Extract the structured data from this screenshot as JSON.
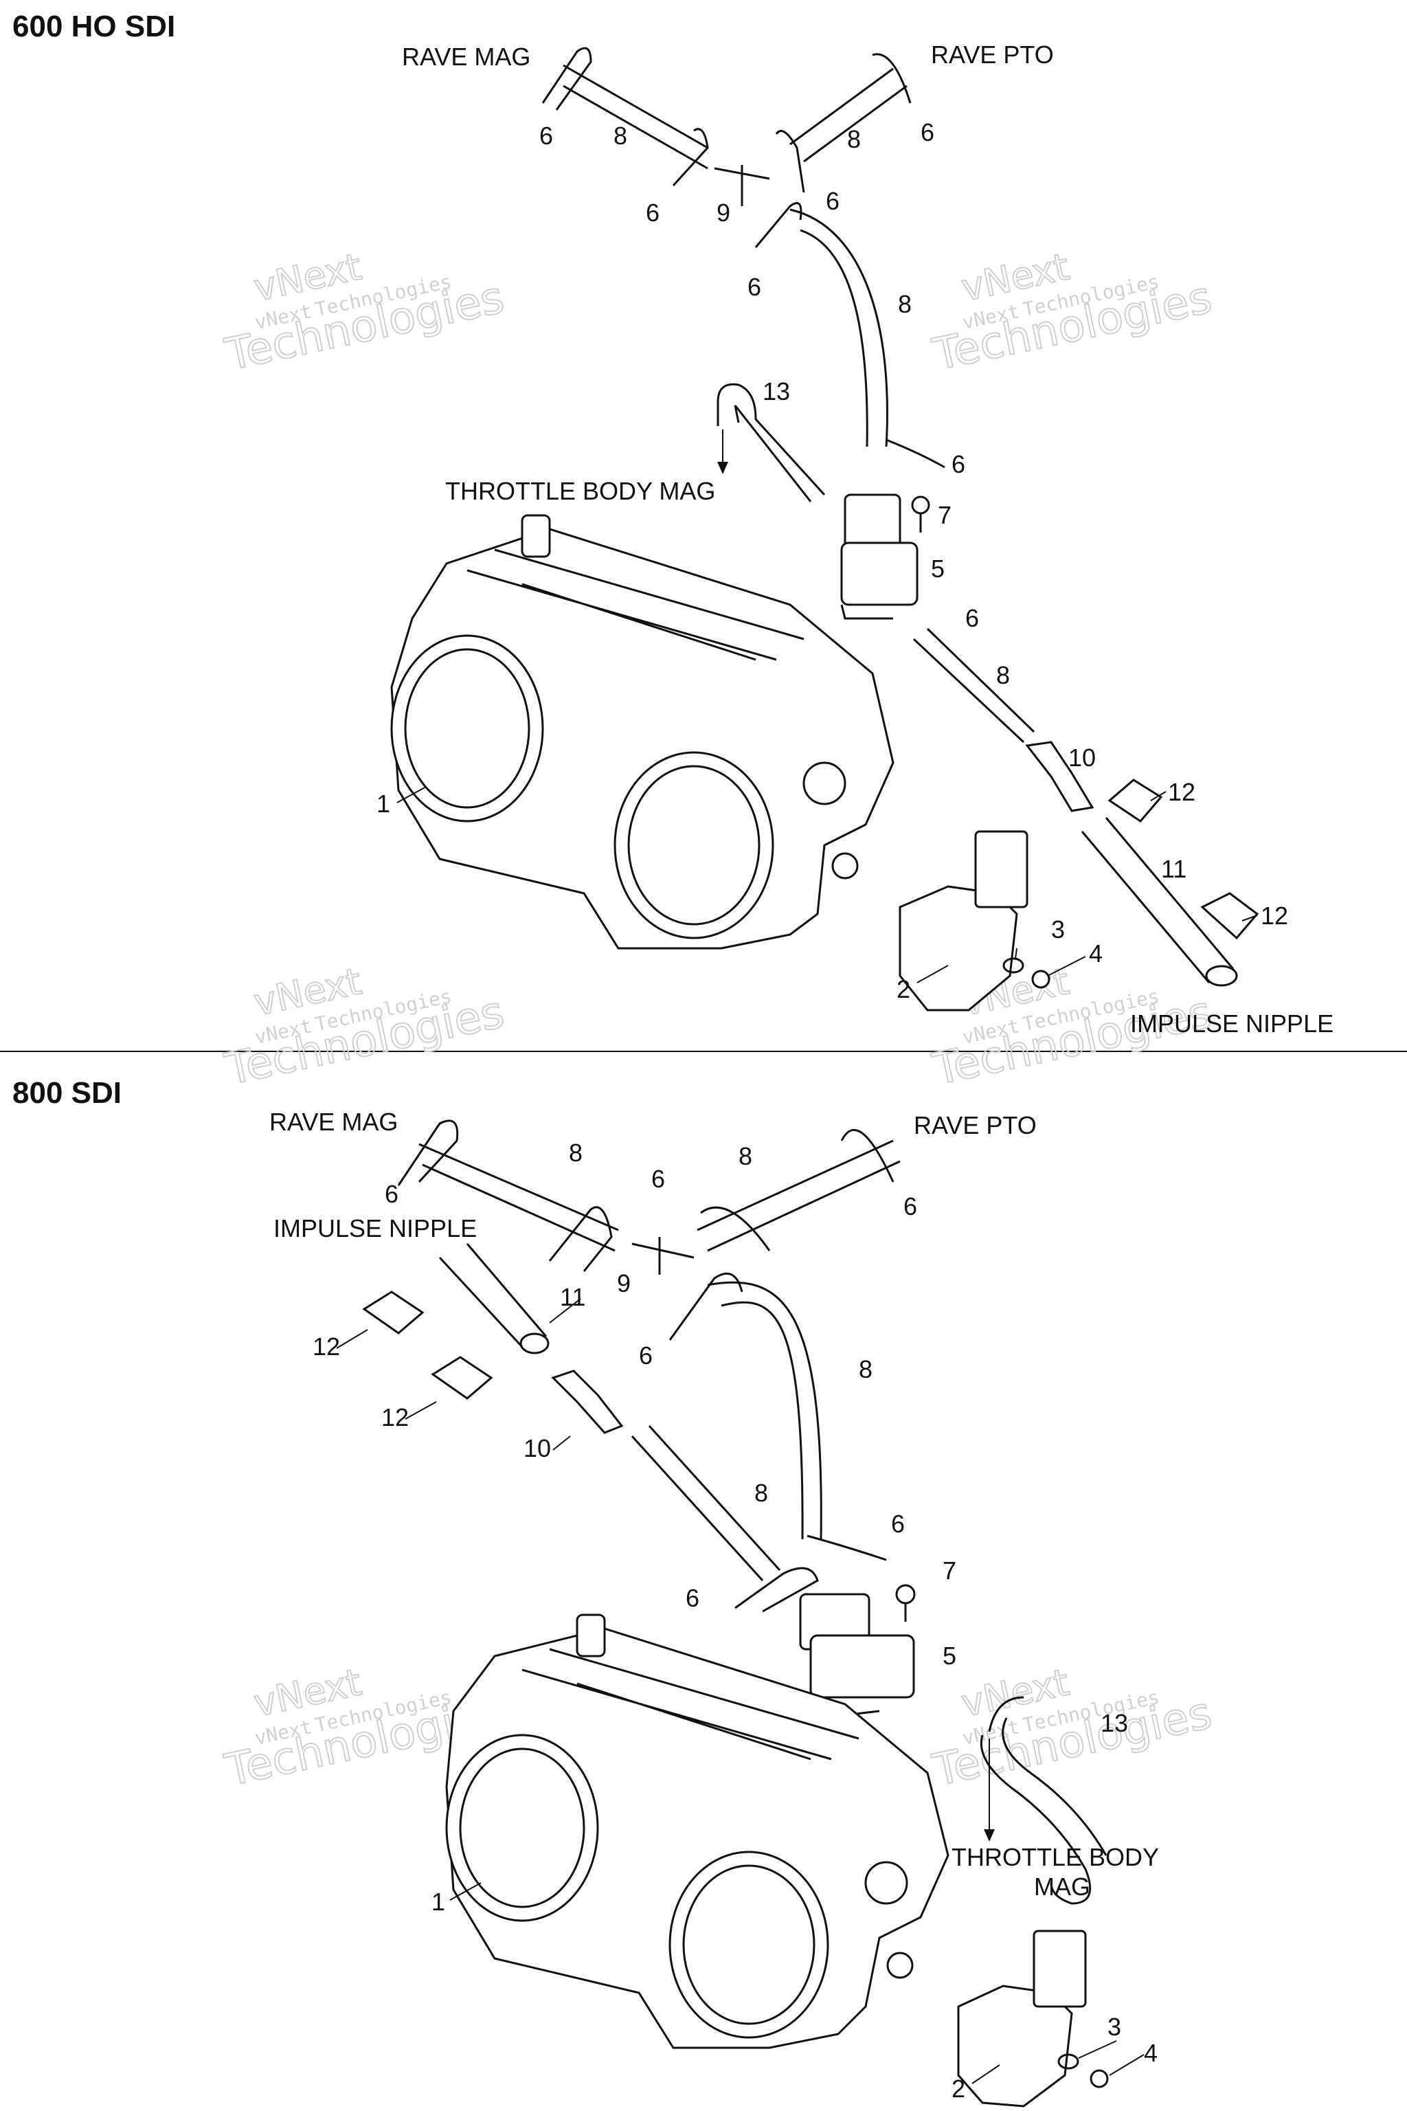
{
  "watermark": {
    "line1": "vNext",
    "line2": "Technologies"
  },
  "sections": [
    {
      "title": "600 HO SDI",
      "labels": {
        "rave_mag": "RAVE MAG",
        "rave_pto": "RAVE PTO",
        "throttle_body_mag": "THROTTLE BODY MAG",
        "impulse_nipple": "IMPULSE NIPPLE"
      },
      "callouts": [
        "6",
        "8",
        "8",
        "6",
        "6",
        "9",
        "6",
        "6",
        "8",
        "13",
        "6",
        "7",
        "5",
        "6",
        "8",
        "10",
        "12",
        "11",
        "12",
        "1",
        "3",
        "4",
        "2"
      ]
    },
    {
      "title": "800 SDI",
      "labels": {
        "rave_mag": "RAVE MAG",
        "rave_pto": "RAVE PTO",
        "impulse_nipple": "IMPULSE NIPPLE",
        "throttle_body_mag_1": "THROTTLE BODY",
        "throttle_body_mag_2": "MAG"
      },
      "callouts": [
        "8",
        "8",
        "6",
        "6",
        "6",
        "9",
        "11",
        "12",
        "6",
        "8",
        "12",
        "10",
        "8",
        "6",
        "7",
        "6",
        "5",
        "13",
        "1",
        "3",
        "4",
        "2"
      ]
    }
  ]
}
